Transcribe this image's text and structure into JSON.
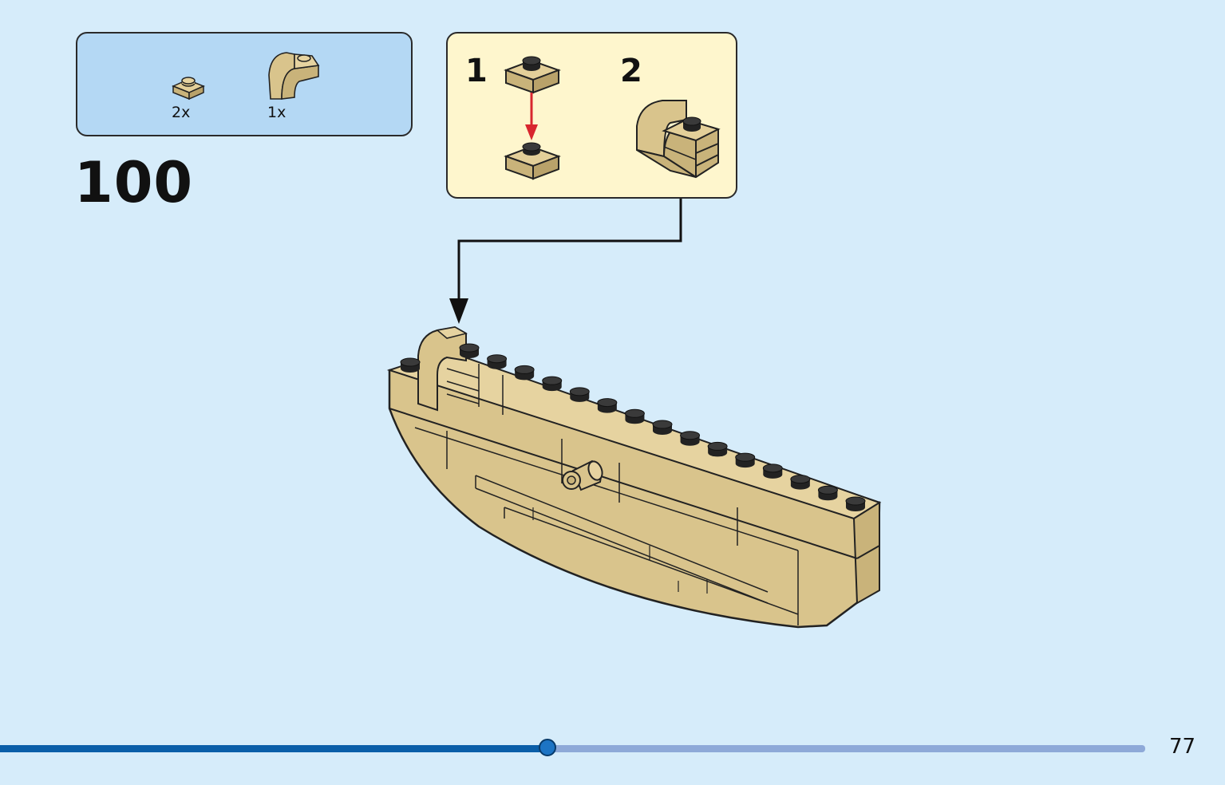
{
  "parts_list": {
    "items": [
      {
        "part": "tan-1x1-plate-icon",
        "quantity": "2x"
      },
      {
        "part": "tan-curved-brick-icon",
        "quantity": "1x"
      }
    ]
  },
  "step": {
    "number": "100"
  },
  "sub_assembly": {
    "steps": [
      {
        "number": "1"
      },
      {
        "number": "2"
      }
    ]
  },
  "colors": {
    "background": "#d6ecfa",
    "parts_box": "#b4d8f4",
    "sub_box": "#fef6cd",
    "brick_tan": "#d9c48c",
    "arrow_red": "#d8262e",
    "progress_done": "#0a5ea8",
    "progress_remaining": "#8ea9d8"
  },
  "progress": {
    "fraction": 0.478
  },
  "page": {
    "number": "77"
  }
}
